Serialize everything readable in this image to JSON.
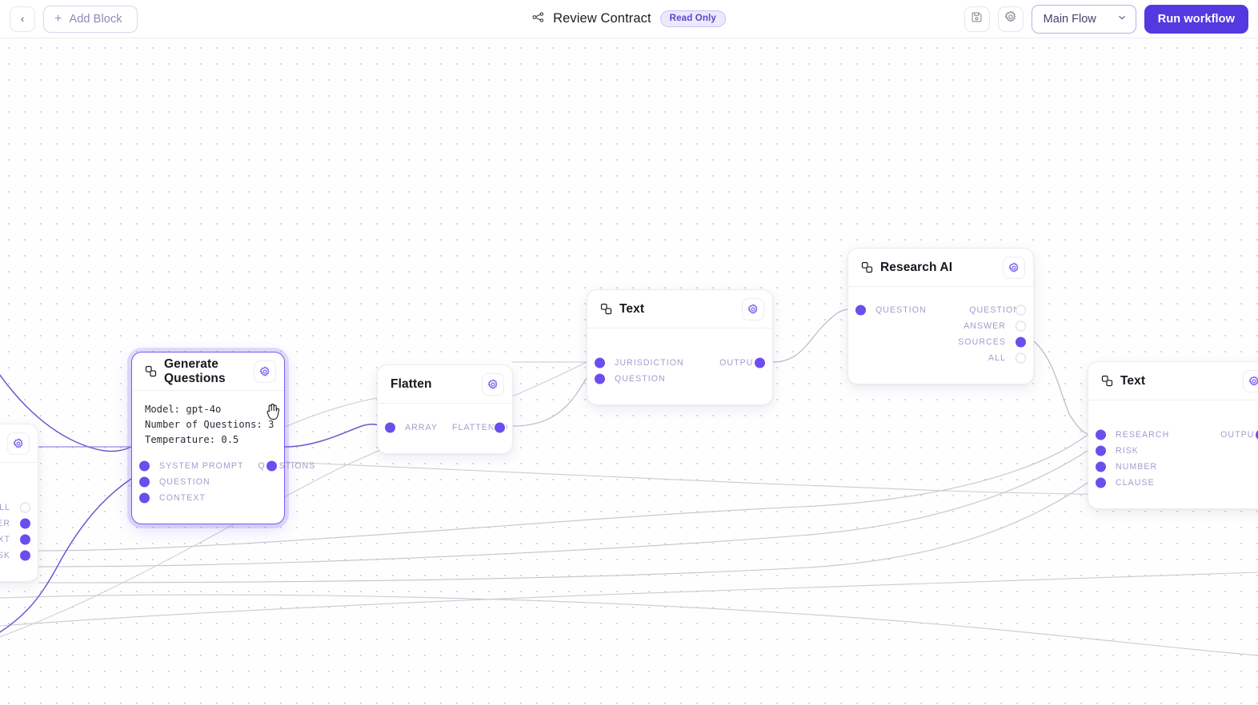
{
  "topbar": {
    "back_label": "‹",
    "add_block_label": "Add Block",
    "add_block_plus": "+",
    "flow_title": "Review Contract",
    "readonly_badge": "Read Only",
    "save_icon": "save-icon",
    "settings_icon": "gear-icon",
    "flow_select_value": "Main Flow",
    "flow_select_caret": "⌄",
    "run_button_label": "Run workflow"
  },
  "colors": {
    "accent": "#5438e0",
    "port": "#6c4ded",
    "badge_bg": "#ece9fd",
    "badge_text": "#5b46c9",
    "edge_gray": "#bcbcc6",
    "edge_purple": "#6a55cf",
    "canvas_bg": "#fefeff",
    "dot_grid": "#d7d7e2"
  },
  "nodes": [
    {
      "id": "generate-questions",
      "title": "Generate Questions",
      "icon": "blocks-icon",
      "gear_icon": "gear-icon",
      "selected": true,
      "config_lines": [
        "Model: gpt-4o",
        "Number of Questions: 3",
        "Temperature: 0.5"
      ],
      "inputs": [
        "SYSTEM PROMPT",
        "QUESTION",
        "CONTEXT"
      ],
      "outputs": [
        "QUESTIONS"
      ]
    },
    {
      "id": "flatten",
      "title": "Flatten",
      "icon": "none",
      "gear_icon": "gear-icon",
      "selected": false,
      "config_lines": [],
      "inputs": [
        "ARRAY"
      ],
      "outputs": [
        "FLATTENED"
      ]
    },
    {
      "id": "text-1",
      "title": "Text",
      "icon": "blocks-icon",
      "gear_icon": "gear-icon",
      "selected": false,
      "config_lines": [],
      "inputs": [
        "JURISDICTION",
        "QUESTION"
      ],
      "outputs": [
        "OUTPUT"
      ]
    },
    {
      "id": "research-ai",
      "title": "Research AI",
      "icon": "blocks-icon",
      "gear_icon": "gear-icon",
      "selected": false,
      "config_lines": [],
      "inputs": [
        "QUESTION"
      ],
      "outputs": [
        "QUESTION",
        "ANSWER",
        "SOURCES",
        "ALL"
      ],
      "outputs_connected": [
        false,
        false,
        true,
        false
      ]
    },
    {
      "id": "text-2",
      "title": "Text",
      "icon": "blocks-icon",
      "gear_icon": "gear-icon",
      "selected": false,
      "config_lines": [],
      "inputs": [
        "RESEARCH",
        "RISK",
        "NUMBER",
        "CLAUSE"
      ],
      "outputs": [
        "OUTPUT"
      ]
    },
    {
      "id": "offscreen-left",
      "title": "",
      "icon": "none",
      "gear_icon": "gear-icon",
      "selected": false,
      "config_lines": [],
      "inputs": [],
      "outputs": [
        "ALL",
        "NUMBER",
        "AL_TEXT",
        "RISK"
      ],
      "outputs_connected": [
        false,
        true,
        true,
        true
      ]
    }
  ],
  "cursor": {
    "type": "pointer-hand-cursor"
  }
}
